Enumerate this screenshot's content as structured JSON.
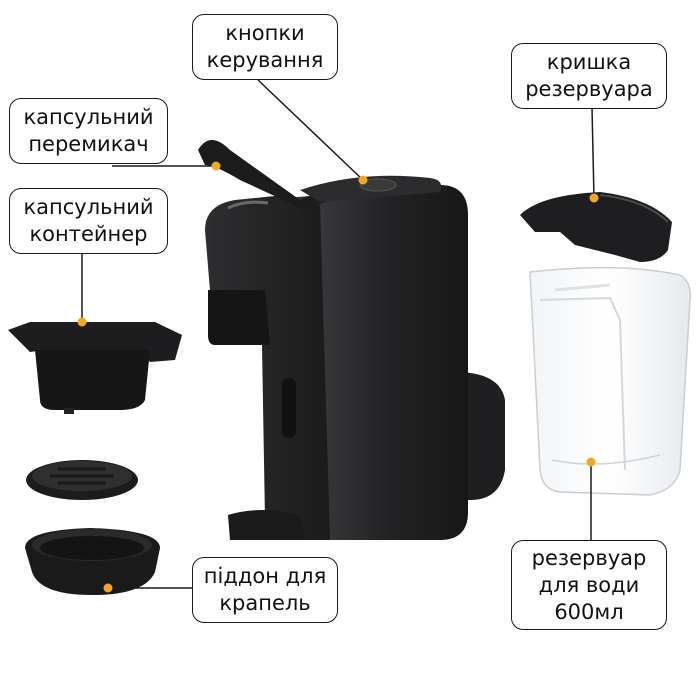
{
  "labels": {
    "control_buttons": [
      "кнопки",
      "керування"
    ],
    "tank_lid": [
      "кришка",
      "резервуара"
    ],
    "capsule_switch": [
      "капсульний",
      "перемикач"
    ],
    "capsule_container": [
      "капсульний",
      "контейнер"
    ],
    "drip_tray": [
      "піддон для",
      "крапель"
    ],
    "water_tank": [
      "резервуар",
      "для води",
      "600мл"
    ]
  },
  "colors": {
    "machine_body": "#2a2a2c",
    "leader_dot": "#f5a623",
    "leader_line": "#1a1a1a"
  }
}
